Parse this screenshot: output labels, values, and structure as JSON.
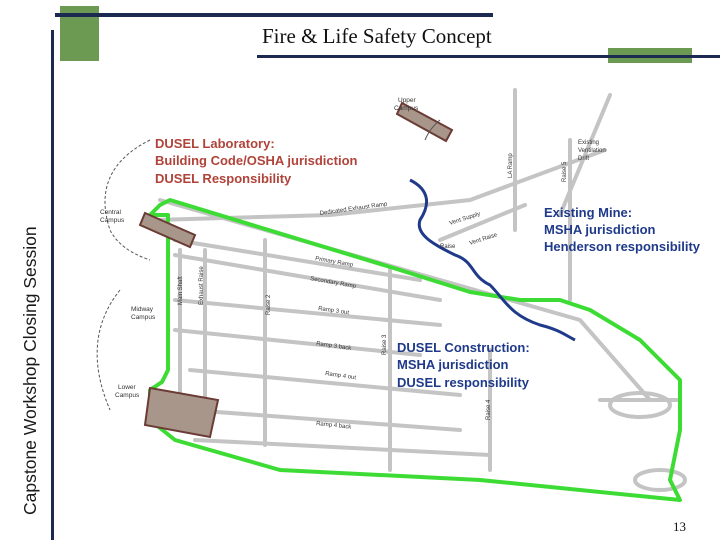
{
  "side_title": "Capstone Workshop Closing Session",
  "slide_title": "Fire & Life Safety Concept",
  "page_number": "13",
  "colors": {
    "navy": "#1c2a52",
    "green_accent": "#6d9a52",
    "escape_route": "#3ddc35",
    "msha_boundary": "#1f3a8a",
    "red_label": "#b0433a"
  },
  "diagram": {
    "lab_jurisdiction": {
      "line1": "DUSEL Laboratory:",
      "line2": "Building Code/OSHA jurisdiction",
      "line3": "DUSEL Responsibility"
    },
    "existing_mine": {
      "line1": "Existing Mine:",
      "line2": "MSHA jurisdiction",
      "line3": "Henderson responsibility"
    },
    "construction": {
      "line1": "DUSEL Construction:",
      "line2": "MSHA jurisdiction",
      "line3": "DUSEL responsibility"
    },
    "campus_labels": {
      "upper": [
        "Upper",
        "Campus"
      ],
      "central": [
        "Central",
        "Campus"
      ],
      "midway": [
        "Midway",
        "Campus"
      ],
      "lower": [
        "Lower",
        "Campus"
      ]
    },
    "tunnel_labels": {
      "dedicated_exhaust_ramp": "Dedicated Exhaust Ramp",
      "vent_supply": "Vent Supply",
      "vent_raise": "Vent Raise",
      "raise_generic": "Raise",
      "primary_ramp": "Primary Ramp",
      "secondary_ramp": "Secondary Ramp",
      "ramp_3_out": "Ramp 3 out",
      "ramp_3_back": "Ramp 3 back",
      "ramp_4_out": "Ramp 4 out",
      "ramp_4_back": "Ramp 4 back",
      "main_shaft": "Main Shaft",
      "exhaust_raise": "Exhaust Raise",
      "raise_2": "Raise 2",
      "raise_3": "Raise 3",
      "raise_4": "Raise 4",
      "raise_5": "Raise 5",
      "la_ramp": "LA Ramp",
      "existing_ventilation_drift": [
        "Existing",
        "Ventilation",
        "Drift"
      ]
    }
  }
}
